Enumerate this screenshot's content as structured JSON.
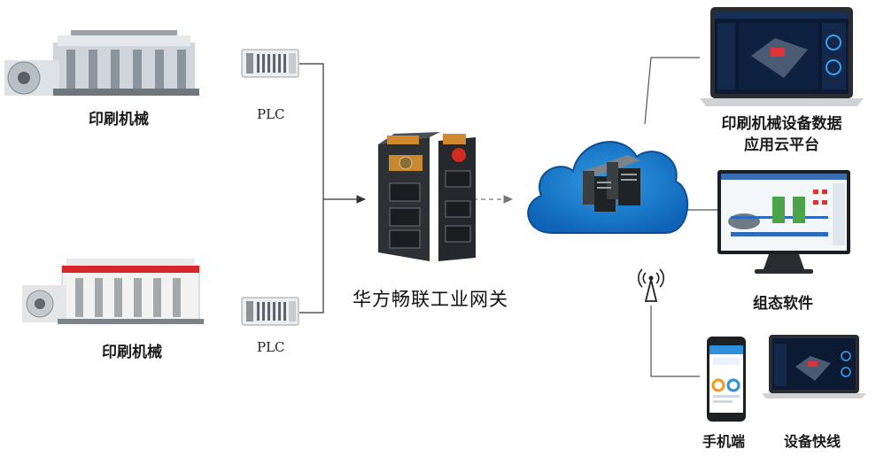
{
  "machines": [
    {
      "label": "印刷机械",
      "plc": "PLC"
    },
    {
      "label": "印刷机械",
      "plc": "PLC"
    }
  ],
  "gateway": {
    "label": "华方畅联工业网关"
  },
  "targets": {
    "cloud_platform": {
      "line1": "印刷机械设备数据",
      "line2": "应用云平台"
    },
    "scada": {
      "label": "组态软件"
    },
    "mobile": {
      "label": "手机端"
    },
    "quick_link": {
      "label": "设备快线"
    }
  }
}
